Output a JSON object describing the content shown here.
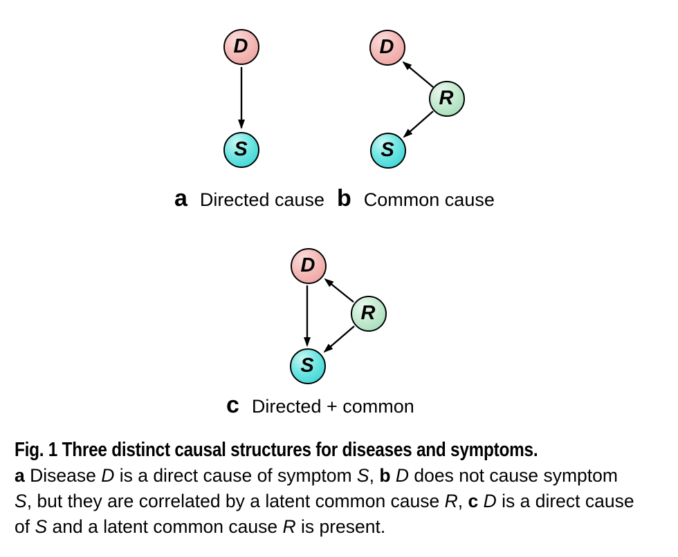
{
  "figure": {
    "panels": [
      {
        "id": "a",
        "label_letter": "a",
        "label_text": "Directed cause",
        "nodes": [
          {
            "id": "D"
          },
          {
            "id": "S"
          }
        ],
        "edges": [
          {
            "from": "D",
            "to": "S"
          }
        ]
      },
      {
        "id": "b",
        "label_letter": "b",
        "label_text": "Common cause",
        "nodes": [
          {
            "id": "D"
          },
          {
            "id": "R"
          },
          {
            "id": "S"
          }
        ],
        "edges": [
          {
            "from": "R",
            "to": "D"
          },
          {
            "from": "R",
            "to": "S"
          }
        ]
      },
      {
        "id": "c",
        "label_letter": "c",
        "label_text": "Directed + common",
        "nodes": [
          {
            "id": "D"
          },
          {
            "id": "R"
          },
          {
            "id": "S"
          }
        ],
        "edges": [
          {
            "from": "D",
            "to": "S"
          },
          {
            "from": "R",
            "to": "D"
          },
          {
            "from": "R",
            "to": "S"
          }
        ]
      }
    ],
    "colors": {
      "node_D_fill_center": "#FADCDA",
      "node_D_fill_edge": "#ECA09D",
      "node_R_fill_center": "#E9F8EE",
      "node_R_fill_edge": "#9FDBB4",
      "node_S_fill_center": "#C9F8F3",
      "node_S_fill_edge": "#38D0D0",
      "node_outline": "#000000",
      "arrow": "#000000",
      "background": "#FFFFFF",
      "text": "#000000"
    }
  },
  "caption": {
    "title": "Fig. 1 Three distinct causal structures for diseases and symptoms.",
    "line2": [
      {
        "text": "a",
        "style": "bold"
      },
      {
        "text": " Disease ",
        "style": "normal"
      },
      {
        "text": "D",
        "style": "italic"
      },
      {
        "text": " is a direct cause of symptom ",
        "style": "normal"
      },
      {
        "text": "S",
        "style": "italic"
      },
      {
        "text": ", ",
        "style": "normal"
      },
      {
        "text": "b",
        "style": "bold"
      },
      {
        "text": " ",
        "style": "normal"
      },
      {
        "text": "D",
        "style": "italic"
      },
      {
        "text": " does not cause symptom",
        "style": "normal"
      }
    ],
    "line3": [
      {
        "text": "S",
        "style": "italic"
      },
      {
        "text": ", but they are correlated by a latent common cause ",
        "style": "normal"
      },
      {
        "text": "R",
        "style": "italic"
      },
      {
        "text": ", ",
        "style": "normal"
      },
      {
        "text": "c",
        "style": "bold"
      },
      {
        "text": " ",
        "style": "normal"
      },
      {
        "text": "D",
        "style": "italic"
      },
      {
        "text": " is a direct cause",
        "style": "normal"
      }
    ],
    "line4": [
      {
        "text": "of ",
        "style": "normal"
      },
      {
        "text": "S",
        "style": "italic"
      },
      {
        "text": " and a latent common cause ",
        "style": "normal"
      },
      {
        "text": "R",
        "style": "italic"
      },
      {
        "text": " is present.",
        "style": "normal"
      }
    ]
  }
}
